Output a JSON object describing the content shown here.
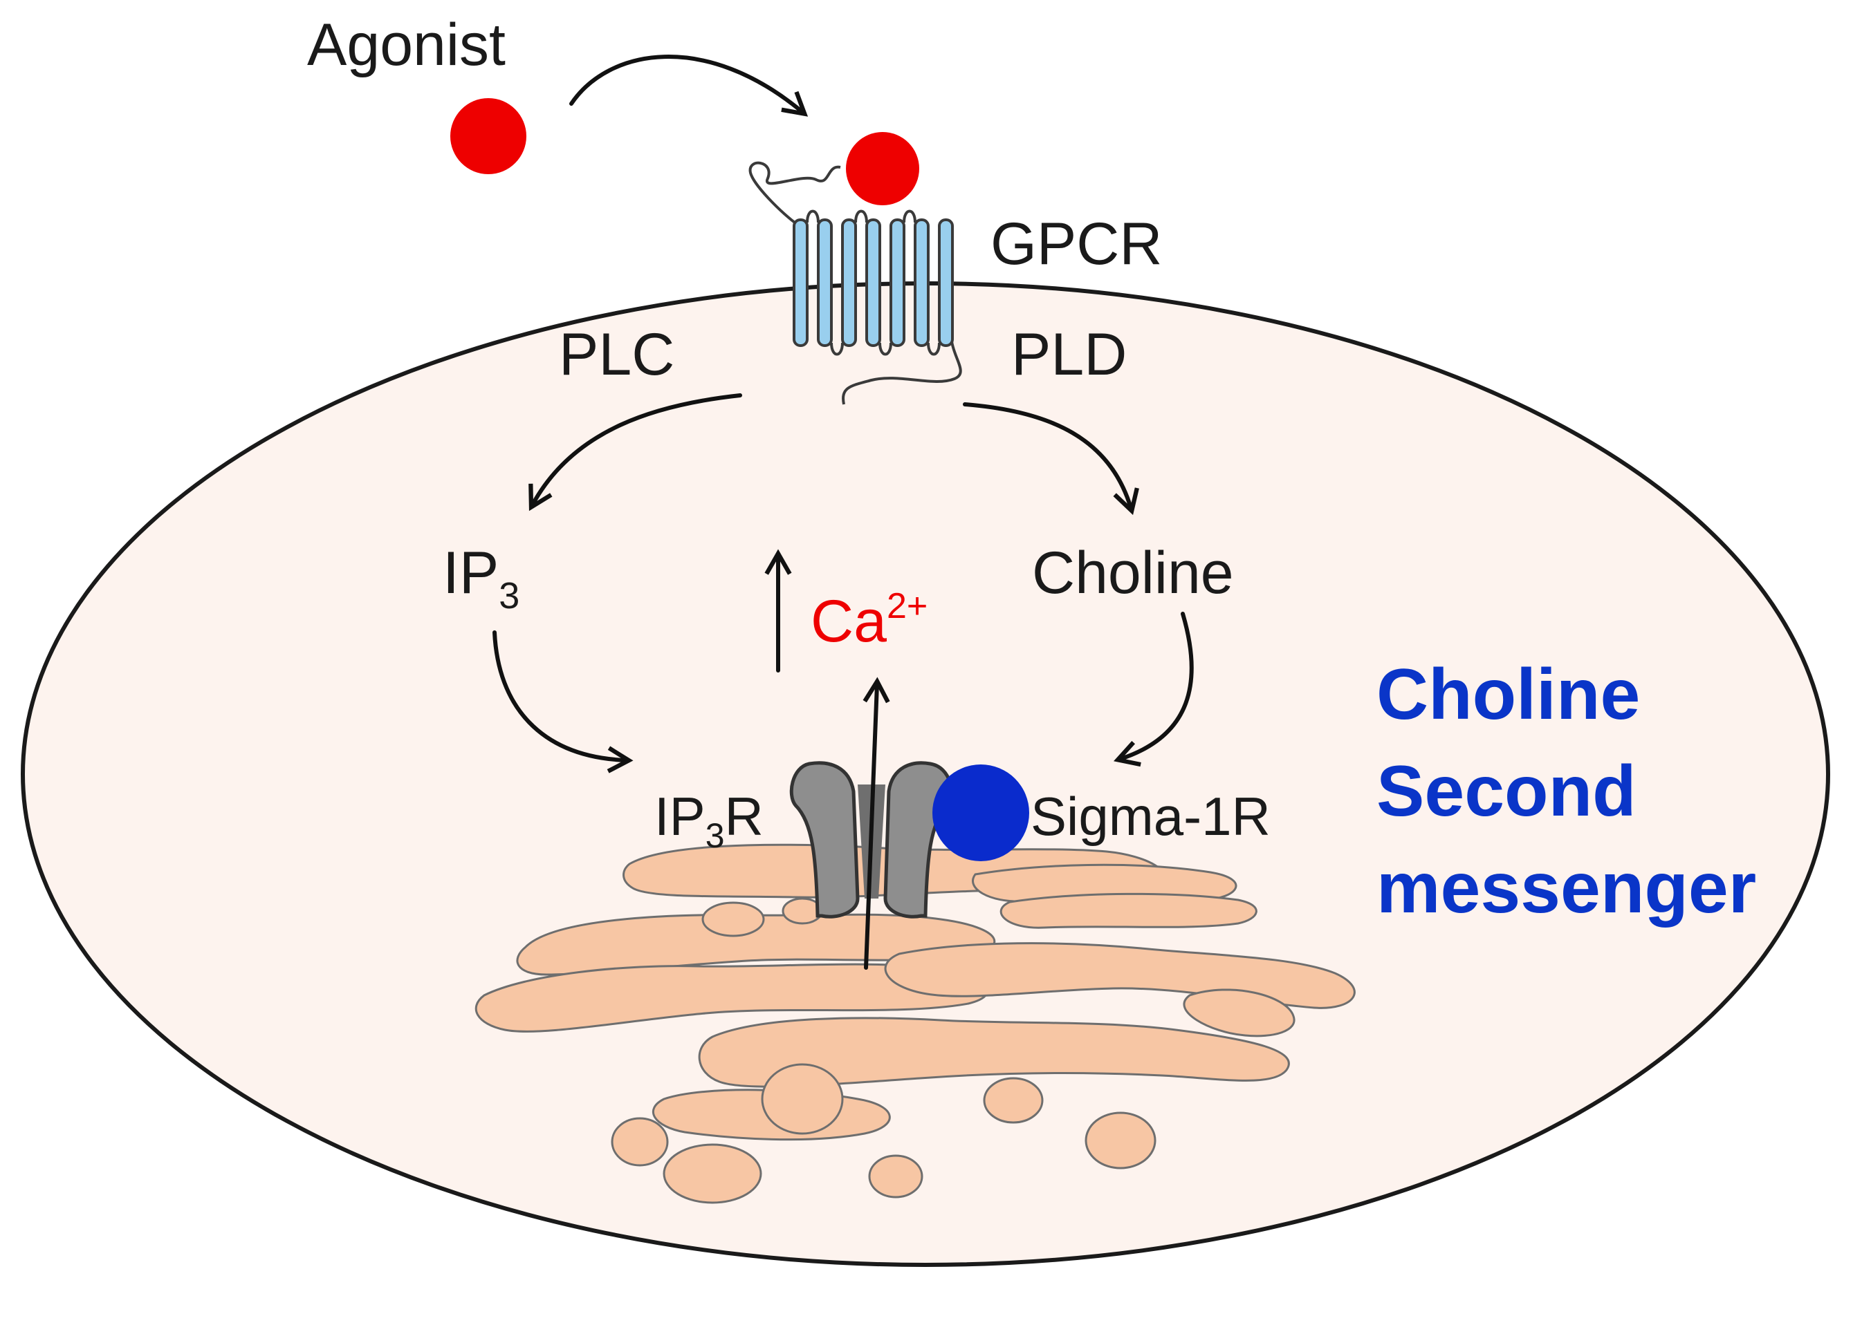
{
  "labels": {
    "agonist": "Agonist",
    "gpcr": "GPCR",
    "plc": "PLC",
    "pld": "PLD",
    "ip3_main": "IP",
    "ip3_sub": "3",
    "choline": "Choline",
    "ca_main": "Ca",
    "ca_sup": "2+",
    "ip3r_main": "IP",
    "ip3r_sub": "3",
    "ip3r_tail": "R",
    "sigma": "Sigma-1R",
    "blue_line1": "Choline",
    "blue_line2": "Second",
    "blue_line3": "messenger"
  },
  "colors": {
    "cell_fill": "#fdf3ee",
    "cell_stroke": "#1a1a1a",
    "agonist": "#ee0000",
    "receptor_helix": "#99cfee",
    "er": "#f7c6a4",
    "channel": "#8e8e8e",
    "sigma_dot": "#0a2bcc",
    "ca_text": "#ee0000",
    "blue_text": "#0a35c8"
  },
  "icons": {
    "agonist": "red-circle",
    "gpcr": "seven-transmembrane-helix",
    "ip3r": "channel-pore",
    "sigma": "blue-circle",
    "er": "endoplasmic-reticulum"
  }
}
